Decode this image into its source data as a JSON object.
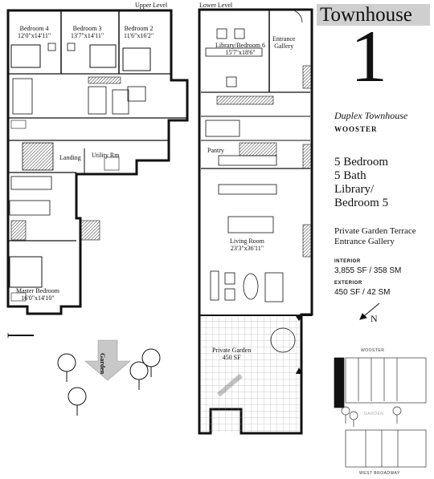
{
  "levels": {
    "upper": "Upper Level",
    "lower": "Lower Level"
  },
  "rooms": {
    "bedroom4": {
      "name": "Bedroom 4",
      "size": "12'0\"x14'11\""
    },
    "bedroom3": {
      "name": "Bedroom 3",
      "size": "13'7\"x14'11\""
    },
    "bedroom2": {
      "name": "Bedroom 2",
      "size": "11'6\"x16'2\""
    },
    "landing": "Landing",
    "utility": "Utility Rm",
    "master": {
      "name": "Master Bedroom",
      "size": "16'0\"x14'10\""
    },
    "library": {
      "name": "Library/Bedroom 6",
      "size": "15'7\"x18'6\""
    },
    "entrance": [
      "Entrance",
      "Gallery"
    ],
    "pantry": "Pantry",
    "living": {
      "name": "Living Room",
      "size": "23'3\"x36'11\""
    },
    "garden_room": {
      "name": "Private Garden",
      "size": "450 SF"
    }
  },
  "garden_arrow_label": "Garden",
  "info": {
    "title": "Townhouse",
    "number": "1",
    "subtitle": "Duplex Townhouse",
    "street": "WOOSTER",
    "features": [
      "5 Bedroom",
      "5 Bath",
      "Library/",
      "Bedroom 5"
    ],
    "extras": [
      "Private Garden Terrace",
      "Entrance Gallery"
    ],
    "interior_label": "INTERIOR",
    "interior_value": "3,855 SF / 358 SM",
    "exterior_label": "EXTERIOR",
    "exterior_value": "450 SF / 42 SM",
    "north": "N"
  },
  "locator": {
    "top": "WOOSTER",
    "middle": "GARDEN",
    "bottom": "WEST BROADWAY"
  },
  "colors": {
    "ink": "#111111",
    "title_bg": "#cfcfcf",
    "hatch": "#444444",
    "grid": "#9a9a9a"
  }
}
